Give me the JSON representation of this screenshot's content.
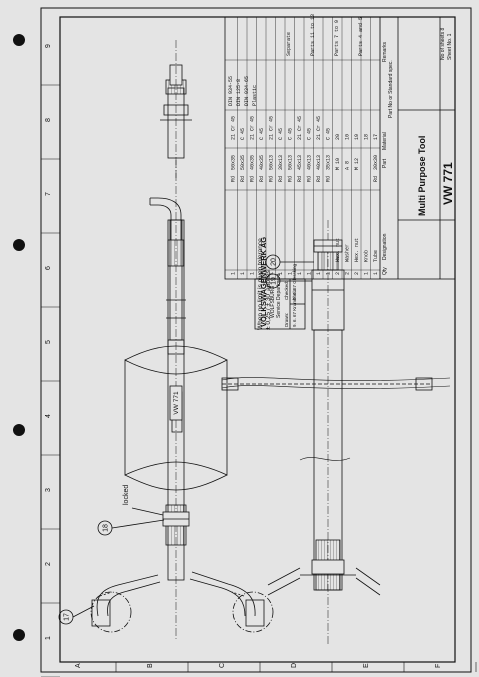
{
  "drawing": {
    "grid_columns": [
      "1",
      "2",
      "3",
      "4",
      "5",
      "6",
      "7",
      "8",
      "9"
    ],
    "grid_rows": [
      "A",
      "B",
      "C",
      "D",
      "E",
      "F"
    ],
    "callouts": [
      "17",
      "18",
      "19",
      "20"
    ],
    "locked_note": "locked",
    "vw_label": "VW 771",
    "tolerance_note": [
      "When no limit is given tolerance",
      "± 0,25 / ± 30' applies"
    ]
  },
  "company": {
    "name": "VOLKSWAGENWERK AG",
    "city": "WOLFSBURG",
    "department": "Service Department",
    "drawn_label": "Drawn:",
    "drawn_value": "9. 6. 67 Krumbholz",
    "checked_label": "Checked:",
    "checked_value": "9. 6. 67 Glessking"
  },
  "title_block": {
    "title": "Multi Purpose Tool",
    "number": "VW 771",
    "sheets": "No of sheets 8",
    "sheet_no": "Sheet No. 1"
  },
  "parts_header": {
    "qty": "Qty",
    "designation": "Designation",
    "part": "Part",
    "material": "Material",
    "std": "Part No or Standard spec.",
    "remarks": "Remarks"
  },
  "parts_rows": [
    {
      "qty": "1",
      "designation": "",
      "part": "Rd",
      "dim": "50x35",
      "material": "21 Cr 45"
    },
    {
      "qty": "1",
      "designation": "",
      "part": "Rd",
      "dim": "50x35",
      "material": "C 45"
    },
    {
      "qty": "1",
      "designation": "",
      "part": "Rd",
      "dim": "40x35",
      "material": "21 Cr 45"
    },
    {
      "qty": "1",
      "designation": "",
      "part": "Rd",
      "dim": "40x35",
      "material": "C 45"
    },
    {
      "qty": "1",
      "designation": "",
      "part": "Rd",
      "dim": "50x13",
      "material": "21 Cr 45"
    },
    {
      "qty": "1",
      "designation": "",
      "part": "Rd",
      "dim": "30x13",
      "material": "C 45"
    },
    {
      "qty": "1",
      "designation": "",
      "part": "Rd",
      "dim": "50x13",
      "material": "C 45"
    },
    {
      "qty": "1",
      "designation": "",
      "part": "Rd",
      "dim": "45x13",
      "material": "21 Cr 45"
    },
    {
      "qty": "1",
      "designation": "",
      "part": "Rd",
      "dim": "40x13",
      "material": "C 45"
    },
    {
      "qty": "1",
      "designation": "",
      "part": "Rd",
      "dim": "40x13",
      "material": "21 Cr 45"
    },
    {
      "qty": "1",
      "designation": "",
      "part": "Rd",
      "dim": "35x13",
      "material": "C 45"
    },
    {
      "qty": "2",
      "designation": "Hex. nut",
      "part": "",
      "dim": "M 10",
      "material": "20"
    },
    {
      "qty": "2",
      "designation": "Washer",
      "part": "",
      "dim": "A 8",
      "material": "10"
    },
    {
      "qty": "2",
      "designation": "Hex. nut",
      "part": "",
      "dim": "M 12",
      "material": "19"
    },
    {
      "qty": "1",
      "designation": "Knob",
      "part": "",
      "dim": "",
      "material": "18"
    },
    {
      "qty": "1",
      "designation": "Tube",
      "part": "Rd",
      "dim": "30x30",
      "material": "17"
    }
  ],
  "parts_std": [
    "DIN 934-55",
    "DIN 125-8",
    "DIN 934-65",
    "Plastic"
  ],
  "parts_remarks": [
    "Separate",
    "Parts 11 to 13",
    "Parts 7 to 9",
    "Parts 4 and 5"
  ]
}
